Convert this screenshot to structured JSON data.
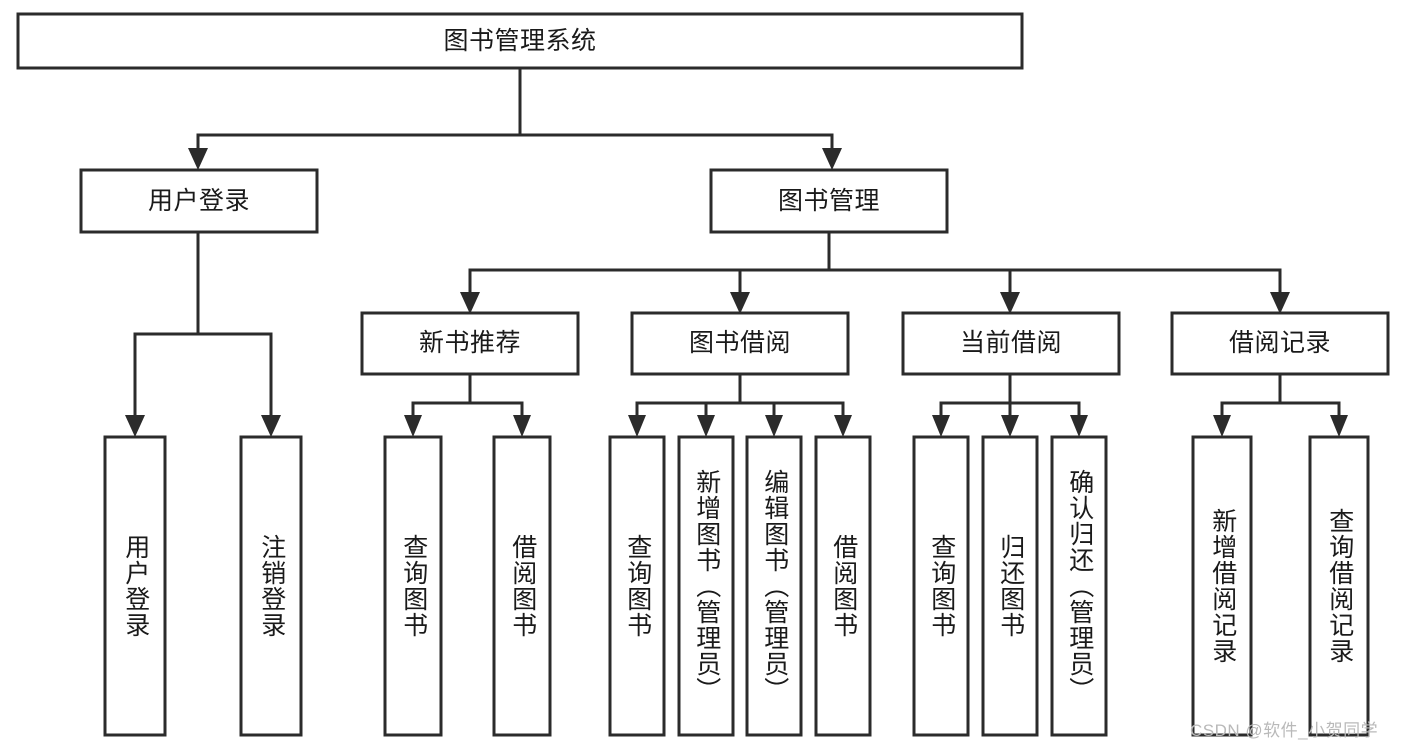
{
  "diagram": {
    "type": "tree-hierarchy",
    "title": "图书管理系统",
    "root": {
      "label": "图书管理系统"
    },
    "level2": [
      {
        "id": "user-login",
        "label": "用户登录"
      },
      {
        "id": "book-manage",
        "label": "图书管理"
      }
    ],
    "level3": [
      {
        "id": "new-book-recommend",
        "label": "新书推荐",
        "parent": "book-manage"
      },
      {
        "id": "book-borrow",
        "label": "图书借阅",
        "parent": "book-manage"
      },
      {
        "id": "current-borrow",
        "label": "当前借阅",
        "parent": "book-manage"
      },
      {
        "id": "borrow-record",
        "label": "借阅记录",
        "parent": "book-manage"
      }
    ],
    "leaves": [
      {
        "id": "leaf-user-login",
        "label": "用户登录",
        "parent": "user-login"
      },
      {
        "id": "leaf-logout",
        "label": "注销登录",
        "parent": "user-login"
      },
      {
        "id": "leaf-query-book-1",
        "label": "查询图书",
        "parent": "new-book-recommend"
      },
      {
        "id": "leaf-borrow-book-1",
        "label": "借阅图书",
        "parent": "new-book-recommend"
      },
      {
        "id": "leaf-query-book-2",
        "label": "查询图书",
        "parent": "book-borrow"
      },
      {
        "id": "leaf-add-book",
        "label": "新增图书（管理员）",
        "parent": "book-borrow"
      },
      {
        "id": "leaf-edit-book",
        "label": "编辑图书（管理员）",
        "parent": "book-borrow"
      },
      {
        "id": "leaf-borrow-book-2",
        "label": "借阅图书",
        "parent": "book-borrow"
      },
      {
        "id": "leaf-query-book-3",
        "label": "查询图书",
        "parent": "current-borrow"
      },
      {
        "id": "leaf-return-book",
        "label": "归还图书",
        "parent": "current-borrow"
      },
      {
        "id": "leaf-confirm-return",
        "label": "确认归还（管理员）",
        "parent": "current-borrow"
      },
      {
        "id": "leaf-add-record",
        "label": "新增借阅记录",
        "parent": "borrow-record"
      },
      {
        "id": "leaf-query-record",
        "label": "查询借阅记录",
        "parent": "borrow-record"
      }
    ]
  },
  "watermark": {
    "text": "CSDN @软件_小贺同学"
  },
  "colors": {
    "stroke": "#2b2b2b",
    "fill": "#ffffff",
    "text": "#1a1a1a",
    "watermark": "#b9b9b9"
  }
}
